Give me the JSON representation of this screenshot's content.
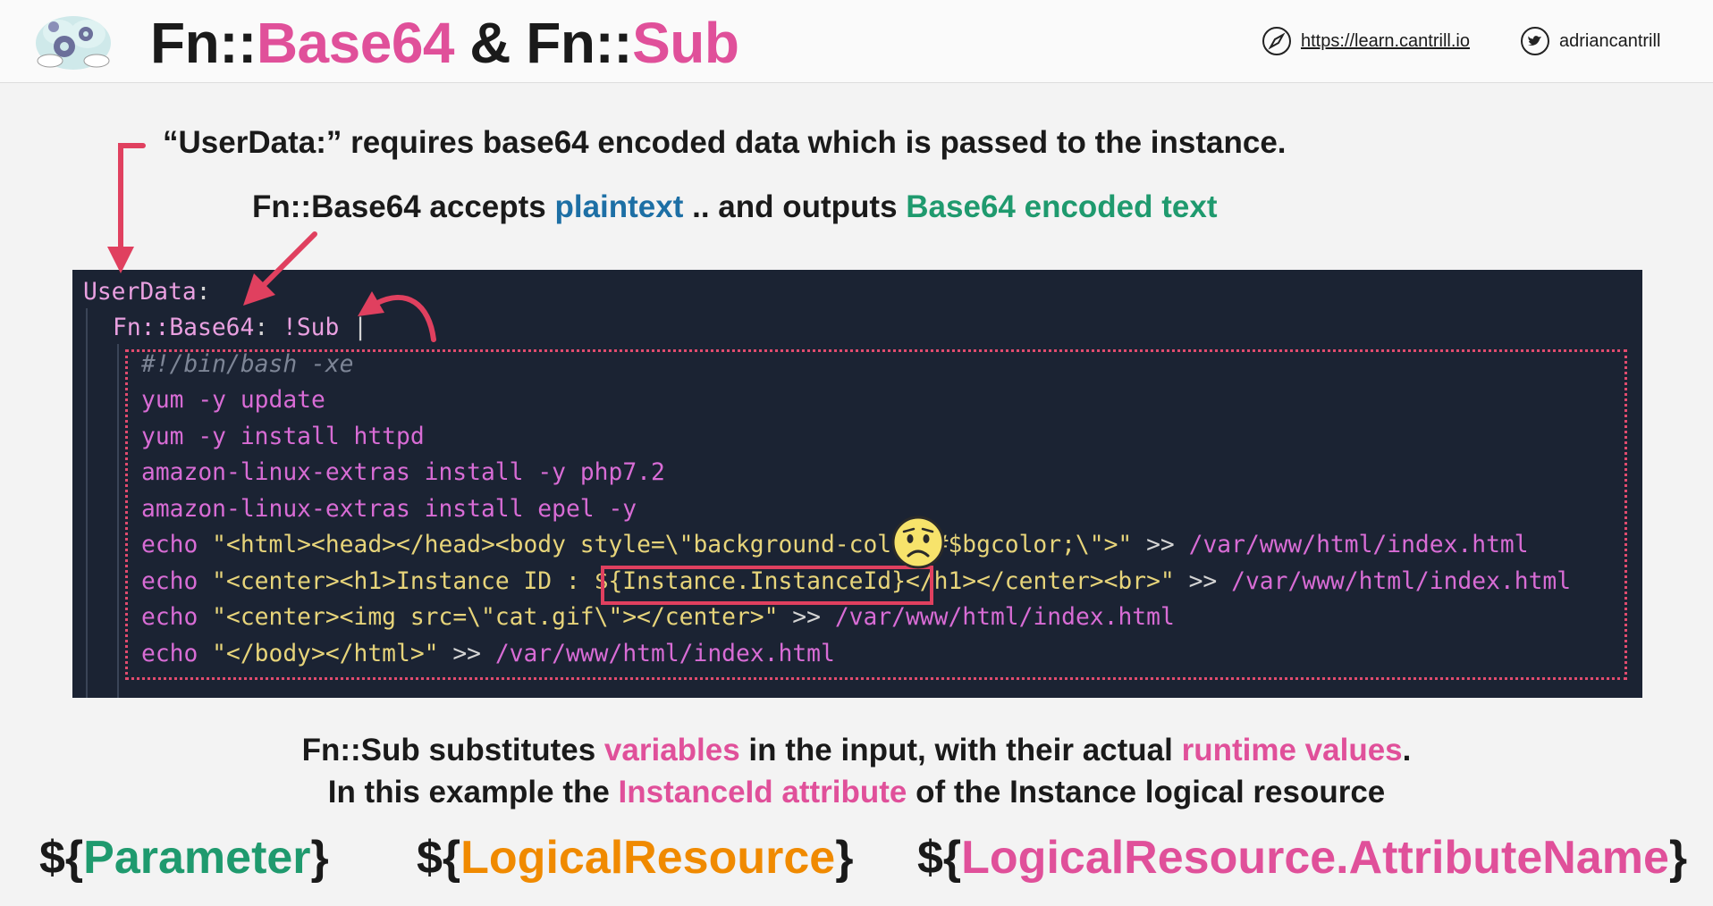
{
  "header": {
    "title_prefix": "Fn::",
    "title_base64": "Base64",
    "title_amp": " & Fn::",
    "title_sub": "Sub",
    "website": "https://learn.cantrill.io",
    "twitter": "adriancantrill",
    "icons": [
      "cloud-gears-logo-icon",
      "compass-icon",
      "twitter-icon"
    ]
  },
  "annotations": {
    "line1": "“UserData:” requires base64 encoded data which is passed to the instance.",
    "line2_a": "Fn::Base64 accepts ",
    "line2_b": "plaintext",
    "line2_c": " .. and outputs ",
    "line2_d": "Base64 encoded text"
  },
  "code": {
    "l0_key": "UserData",
    "l0_colon": ":",
    "l1_fn": "Fn::Base64",
    "l1_colon": ": ",
    "l1_sub": "!Sub",
    "l1_pipe": " |",
    "l2": "#!/bin/bash -xe",
    "l3_a": "yum ",
    "l3_b": "-y",
    "l3_c": " update",
    "l4_a": "yum ",
    "l4_b": "-y",
    "l4_c": " install httpd",
    "l5_a": "amazon-linux-extras install ",
    "l5_b": "-y",
    "l5_c": " php7.2",
    "l6_a": "amazon-linux-extras install epel ",
    "l6_b": "-y",
    "l7_a": "echo ",
    "l7_b": "\"<html><head></head><body style=\\\"background-color:#$bgcolor;\\\">\"",
    "l7_c": " >> ",
    "l7_d": "/var/www/html/index.html",
    "l8_a": "echo ",
    "l8_b": "\"<center><h1>Instance ID : ",
    "l8_var": "${Instance.InstanceId}",
    "l8_c": "</h1></center><br>\"",
    "l8_d": " >> ",
    "l8_e": "/var/www/html/index.html",
    "l9_a": "echo ",
    "l9_b": "\"<center><img src=\\\"cat.gif\\\"></center>\"",
    "l9_c": " >> ",
    "l9_d": "/var/www/html/index.html",
    "l10_a": "echo ",
    "l10_b": "\"</body></html>\"",
    "l10_c": " >> ",
    "l10_d": "/var/www/html/index.html"
  },
  "bottom": {
    "l1_a": "Fn::Sub substitutes ",
    "l1_b": "variables",
    "l1_c": " in the input, with their actual ",
    "l1_d": "runtime values",
    "l1_e": ".",
    "l2_a": "In this example the ",
    "l2_b": "InstanceId attribute",
    "l2_c": " of the Instance logical resource"
  },
  "vars": {
    "open": "${",
    "close": "}",
    "parameter": "Parameter",
    "logical": "LogicalResource",
    "attribute": "LogicalResource.AttributeName"
  },
  "colors": {
    "pink": "#e0509a",
    "green": "#1f9a6e",
    "blue": "#1d6fa5",
    "orange": "#f08a00",
    "code_bg": "#1b2333",
    "arrow_red": "#e0405f"
  }
}
